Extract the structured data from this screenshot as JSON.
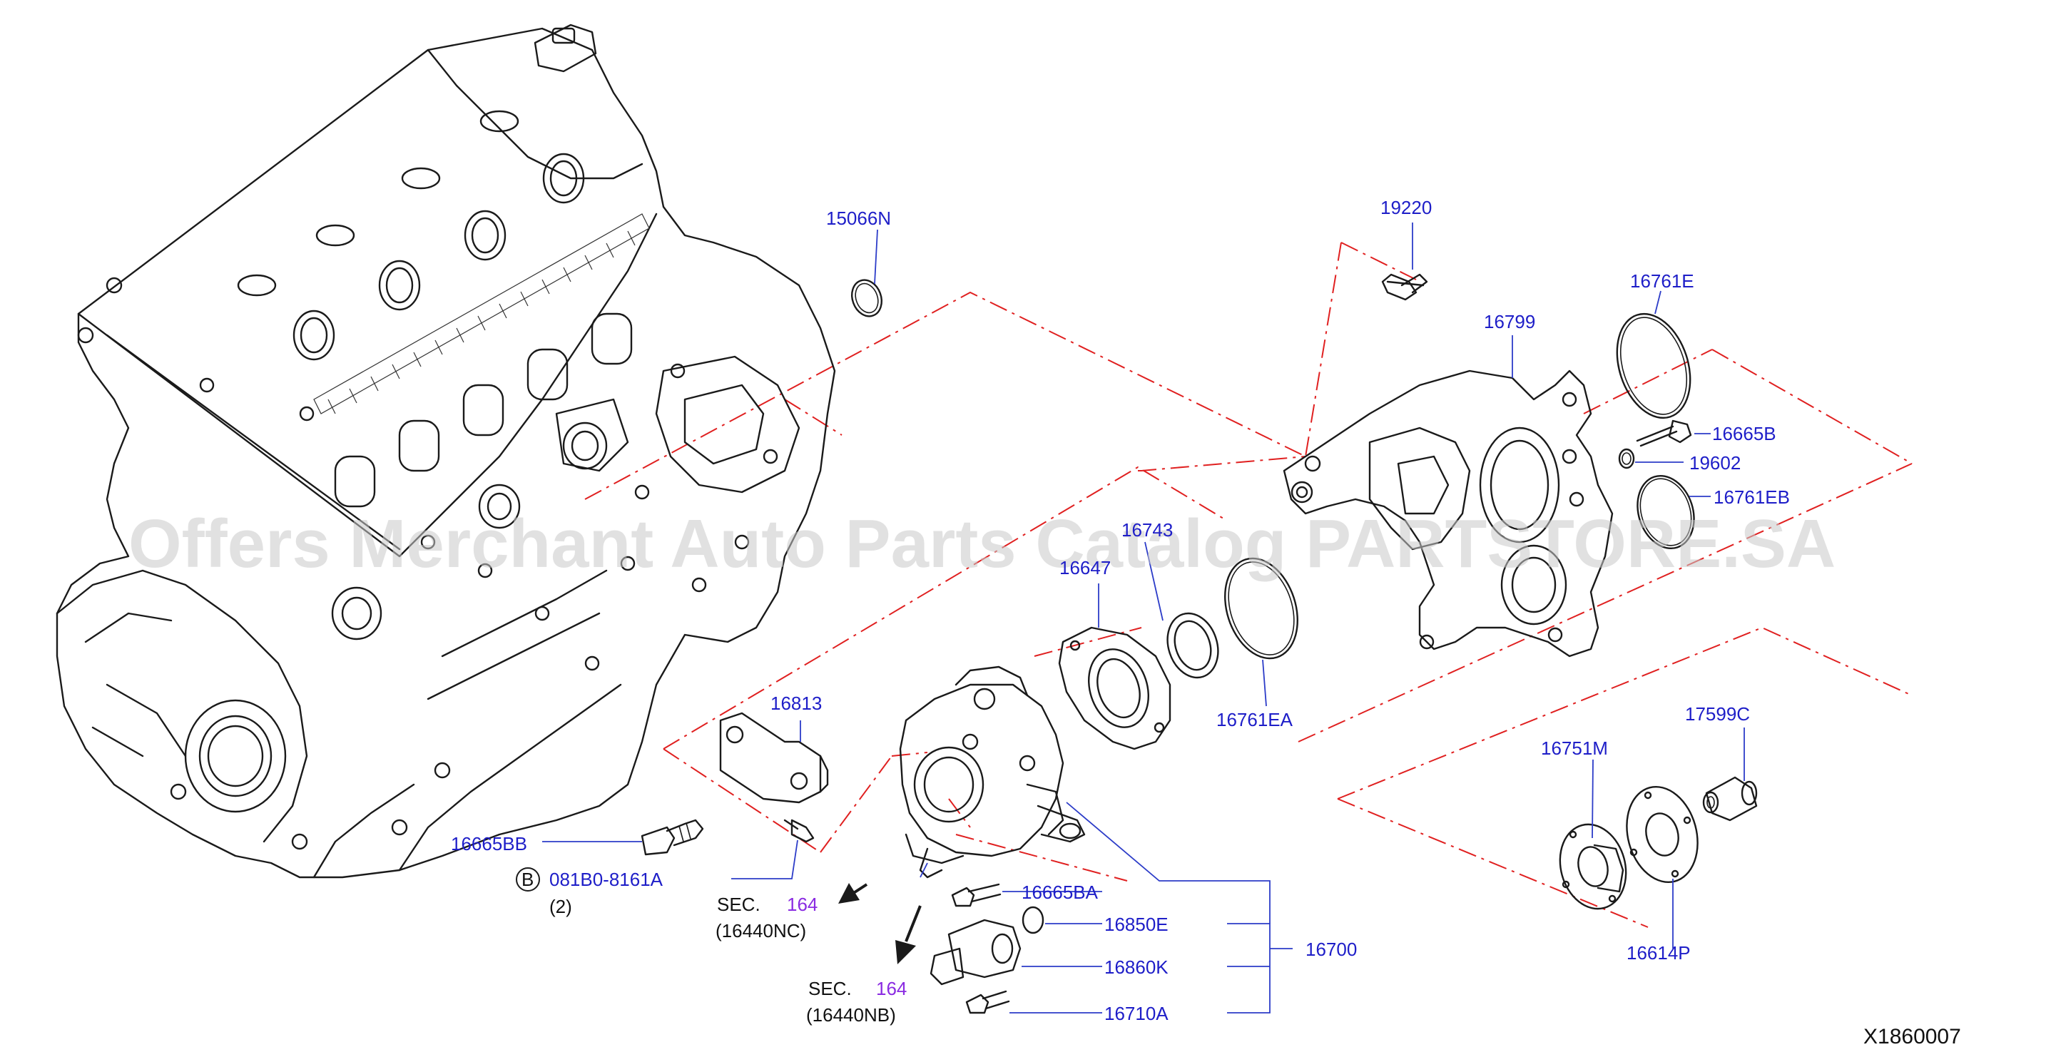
{
  "diagram_id": "X1860007",
  "watermark": "Offers Merchant Auto Parts Catalog PARTSTORE.SA",
  "colors": {
    "part_label": "#1e1ec8",
    "section_ref": "#8a2be2",
    "leader": "#2c3cc8",
    "assembly_line": "#e02020",
    "ink": "#1a1a1a"
  },
  "parts": {
    "p15066N": "15066N",
    "p19220": "19220",
    "p16799": "16799",
    "p16761E": "16761E",
    "p16665B": "16665B",
    "p19602": "19602",
    "p16761EB": "16761EB",
    "p16743": "16743",
    "p16647": "16647",
    "p16761EA": "16761EA",
    "p16813": "16813",
    "p16665BB": "16665BB",
    "p16665BA": "16665BA",
    "p16850E": "16850E",
    "p16860K": "16860K",
    "p16710A": "16710A",
    "p16700": "16700",
    "p16751M": "16751M",
    "p17599C": "17599C",
    "p16614P": "16614P"
  },
  "bolt_ref": {
    "circle_letter": "B",
    "number": "081B0-8161A",
    "qty": "(2)"
  },
  "sections": [
    {
      "prefix": "SEC.",
      "num": "164",
      "sub": "(16440NC)"
    },
    {
      "prefix": "SEC.",
      "num": "164",
      "sub": "(16440NB)"
    }
  ]
}
